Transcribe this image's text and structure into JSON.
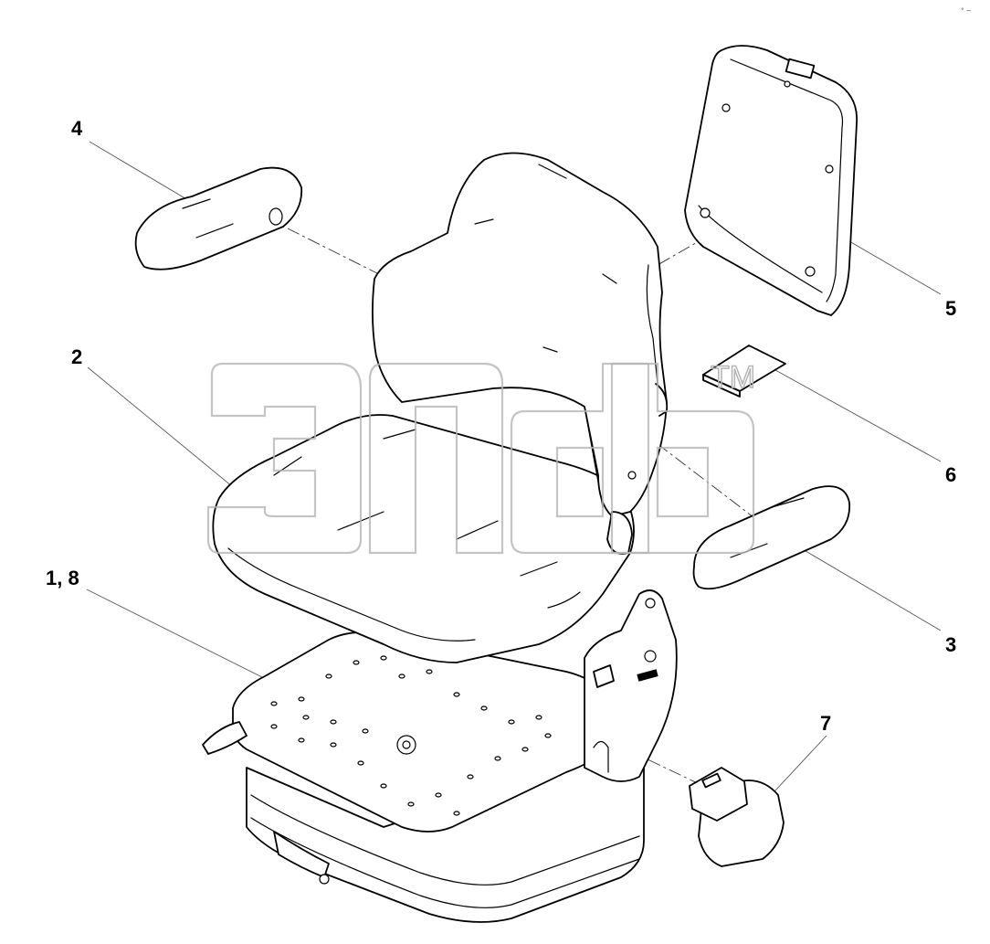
{
  "callouts": {
    "c1": "1, 8",
    "c2": "2",
    "c3": "3",
    "c4": "4",
    "c5": "5",
    "c6": "6",
    "c7": "7"
  },
  "watermark": {
    "trademark": "TM"
  },
  "corner_mark": "° ~"
}
